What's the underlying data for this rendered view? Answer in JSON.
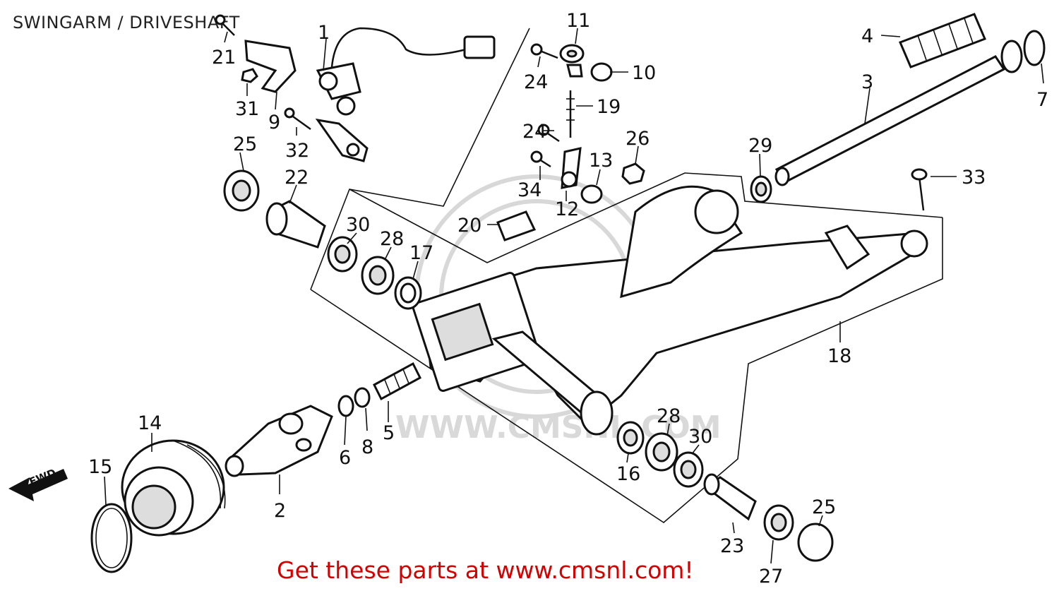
{
  "title": "SWINGARM / DRIVESHAFT",
  "footer": "Get these parts at www.cmsnl.com!",
  "watermark": "WWW.CMSNL.COM",
  "fwd_label": "FWD",
  "callouts": {
    "c1": "1",
    "c2": "2",
    "c3": "3",
    "c4": "4",
    "c5": "5",
    "c6": "6",
    "c7": "7",
    "c8": "8",
    "c9": "9",
    "c10": "10",
    "c11": "11",
    "c12": "12",
    "c13": "13",
    "c14": "14",
    "c15": "15",
    "c16": "16",
    "c17": "17",
    "c18": "18",
    "c19": "19",
    "c20": "20",
    "c21": "21",
    "c22": "22",
    "c23": "23",
    "c24a": "24",
    "c24b": "24",
    "c25a": "25",
    "c25b": "25",
    "c26": "26",
    "c27": "27",
    "c28a": "28",
    "c28b": "28",
    "c29": "29",
    "c30a": "30",
    "c30b": "30",
    "c31": "31",
    "c32": "32",
    "c33": "33",
    "c34": "34"
  },
  "colors": {
    "line": "#111111",
    "footer": "#d40000",
    "watermark": "#d8d8d8"
  }
}
